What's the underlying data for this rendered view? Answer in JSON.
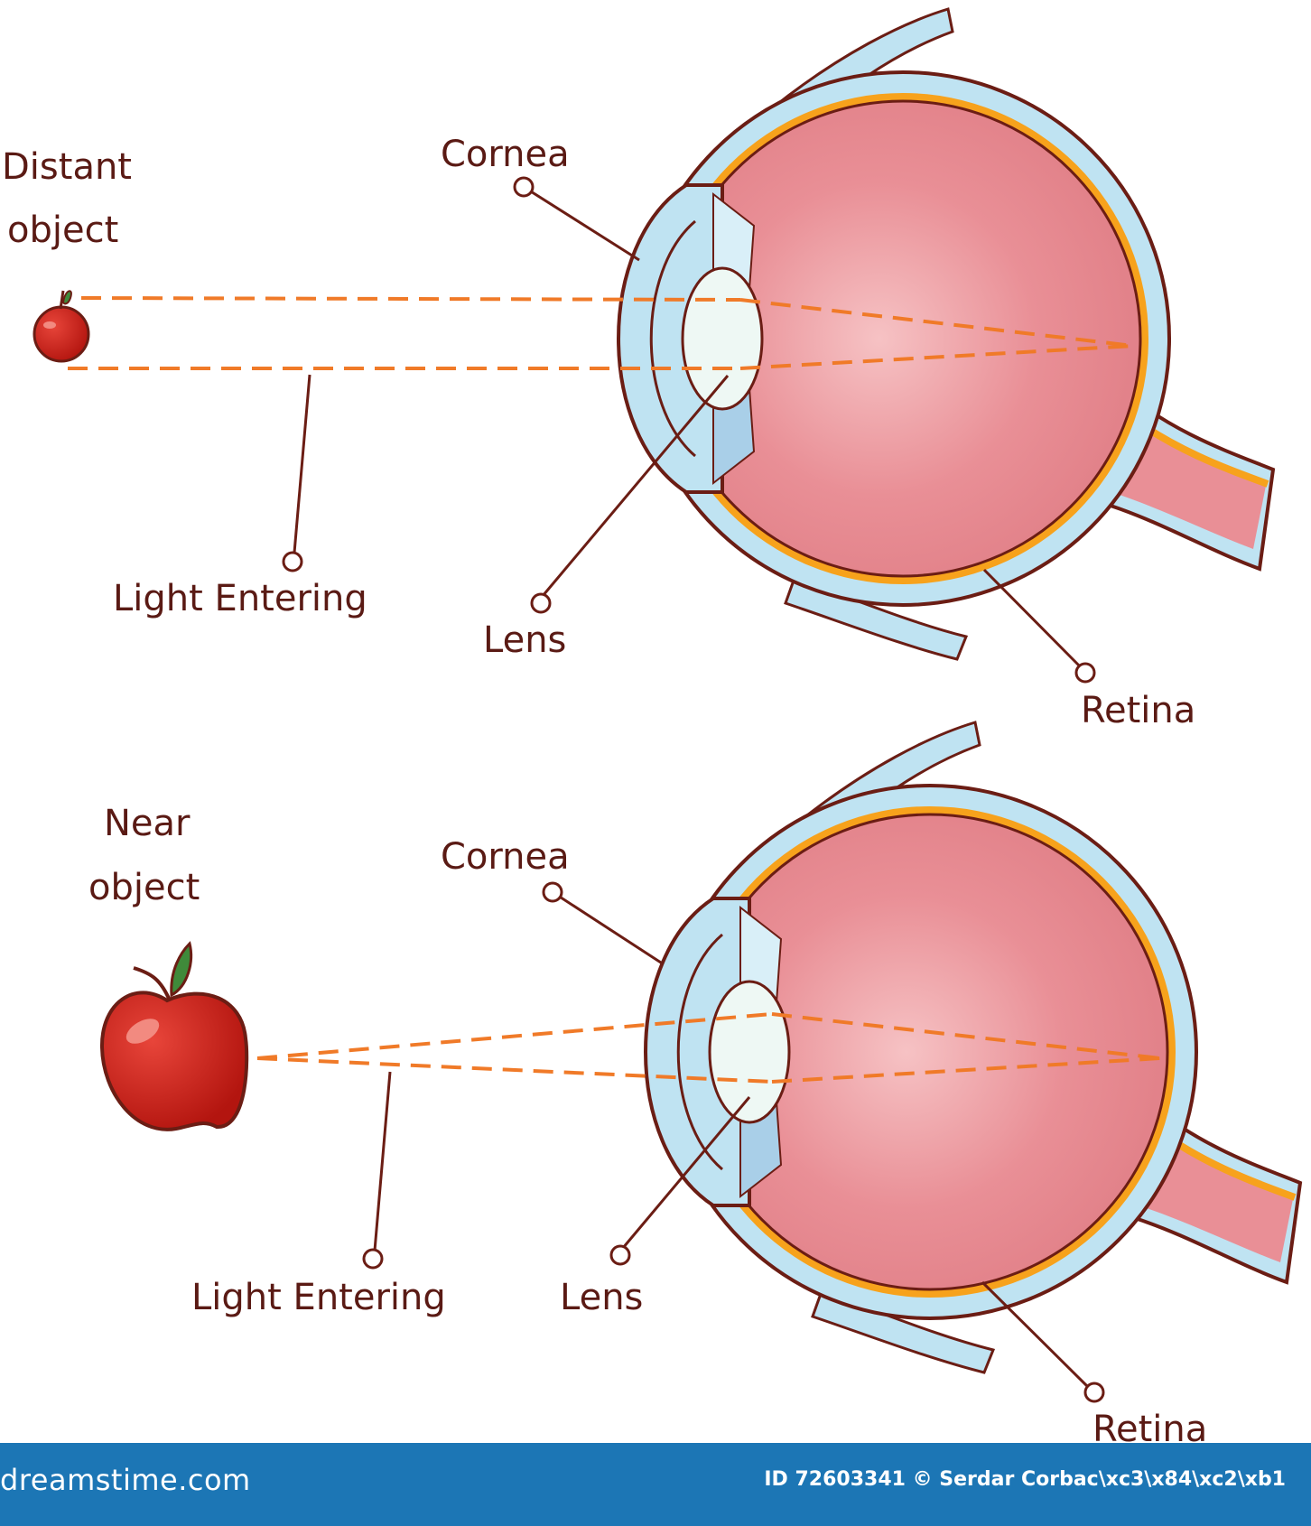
{
  "top": {
    "object_label_line1": "Distant",
    "object_label_line2": "object",
    "cornea": "Cornea",
    "light": "Light Entering",
    "lens": "Lens",
    "retina": "Retina"
  },
  "bottom": {
    "object_label_line1": "Near",
    "object_label_line2": "object",
    "cornea": "Cornea",
    "light": "Light Entering",
    "lens": "Lens",
    "retina": "Retina"
  },
  "footer": {
    "brand": "dreamstime.com",
    "credit": "ID 72603341 © Serdar Corbac\\xc3\\x84\\xc2\\xb1"
  },
  "colors": {
    "eyeball": "#e88b92",
    "sclera": "#bfe3f2",
    "outline": "#6b1d14",
    "retina": "#f7a21c",
    "ray": "#f07a28",
    "apple": "#c8271e",
    "footer": "#1c76b5"
  }
}
